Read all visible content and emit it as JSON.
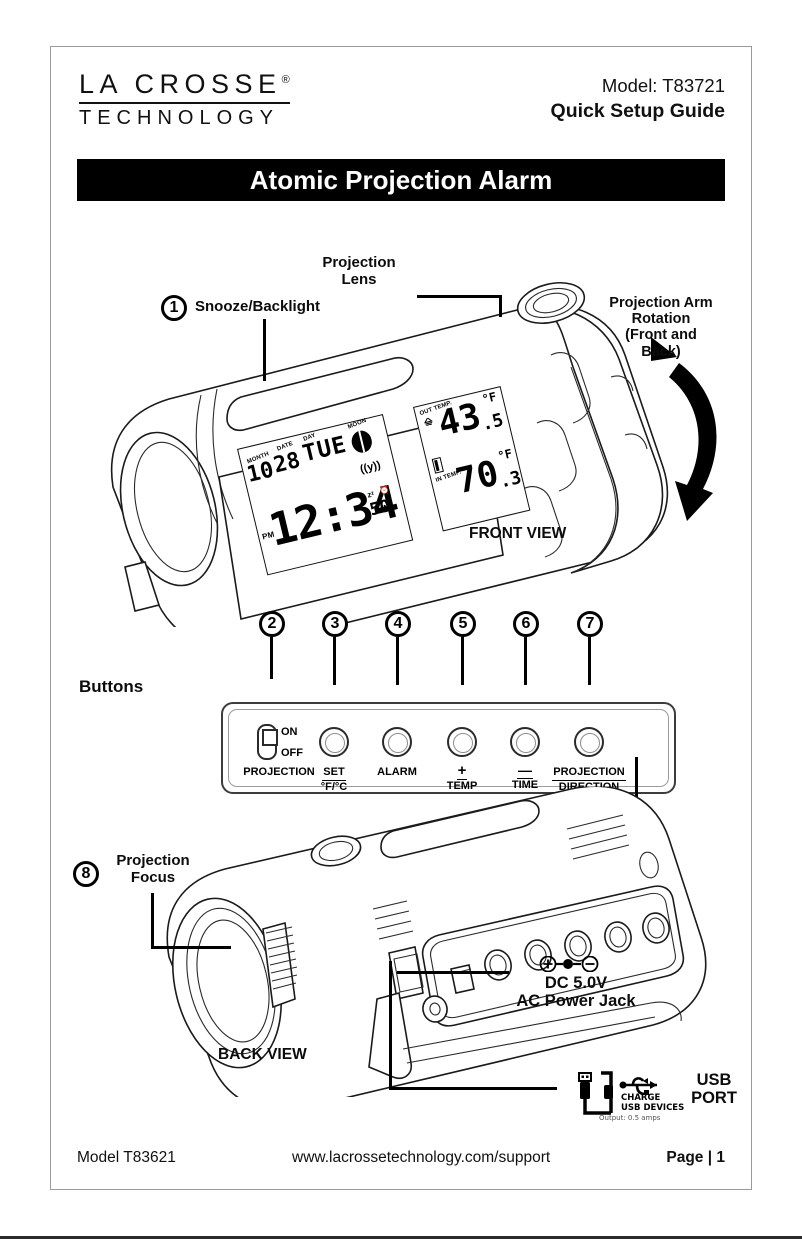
{
  "header": {
    "brand_line1": "LA CROSSE",
    "brand_reg": "®",
    "brand_line2": "TECHNOLOGY",
    "model_label": "Model: T83721",
    "guide_label": "Quick Setup Guide",
    "title": "Atomic Projection Alarm"
  },
  "front_view": {
    "view_label": "FRONT VIEW",
    "callout_1": "1",
    "callout_1_label": "Snooze/Backlight",
    "projection_lens_label": "Projection\nLens",
    "projection_lens_line1": "Projection",
    "projection_lens_line2": "Lens",
    "rotation_line1": "Projection Arm",
    "rotation_line2": "Rotation",
    "rotation_line3": "(Front and",
    "rotation_line4": "Back)"
  },
  "lcd": {
    "month_label": "MONTH",
    "date_label": "DATE",
    "day_label": "DAY",
    "moon_label": "MOON",
    "month_value": "10",
    "date_value": "28",
    "day_value": "TUE",
    "pm_label": "PM",
    "time_value": "12:34",
    "snooze_icon": "zᶻ",
    "alarm_icon": "⏰",
    "alarm_value": "50",
    "radio_icon": "((у))",
    "out_temp_label": "OUT TEMP.",
    "out_temp_value": "43",
    "out_temp_decimal": ".5",
    "out_temp_unit": "°F",
    "in_temp_label": "IN TEMP.",
    "in_temp_value": "70",
    "in_temp_decimal": ".3",
    "in_temp_unit": "°F"
  },
  "buttons_section": {
    "section_label": "Buttons",
    "items": [
      {
        "num": "2",
        "line1": "PROJECTION",
        "line2": "",
        "state_on": "ON",
        "state_off": "OFF",
        "type": "switch"
      },
      {
        "num": "3",
        "line1": "SET",
        "line2": "°F/°C",
        "type": "round"
      },
      {
        "num": "4",
        "line1": "ALARM",
        "line2": "",
        "type": "round"
      },
      {
        "num": "5",
        "line1": "+",
        "line2": "TEMP",
        "type": "round"
      },
      {
        "num": "6",
        "line1": "—",
        "line2": "TIME",
        "type": "round"
      },
      {
        "num": "7",
        "line1": "PROJECTION",
        "line2": "DIRECTION",
        "type": "round"
      }
    ]
  },
  "back_view": {
    "view_label": "BACK VIEW",
    "callout_8": "8",
    "callout_8_line1": "Projection",
    "callout_8_line2": "Focus",
    "dc_line1": "DC 5.0V",
    "dc_line2": "AC Power Jack",
    "usb_line1": "USB",
    "usb_line2": "PORT",
    "usb_badge_line1": "CHARGE",
    "usb_badge_line2": "USB DEVICES",
    "usb_badge_line3": "Output: 0.5 amps"
  },
  "footer": {
    "model": "Model T83621",
    "url": "www.lacrossetechnology.com/support",
    "page": "Page | 1"
  },
  "colors": {
    "title_bar_bg": "#000000",
    "title_bar_text": "#ffffff",
    "ink": "#1a1a1a",
    "border": "#9a9a9a"
  }
}
